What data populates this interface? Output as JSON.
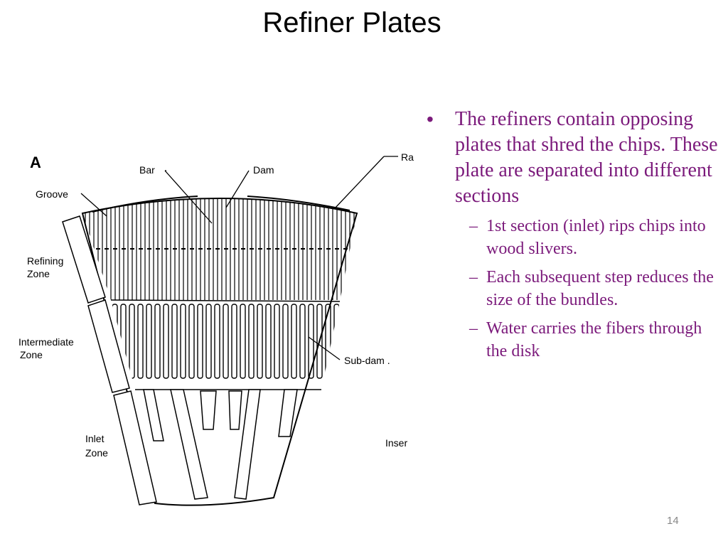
{
  "slide": {
    "title": "Refiner Plates",
    "page_number": "14"
  },
  "figure": {
    "panel_letter": "A",
    "labels": {
      "bar": "Bar",
      "dam": "Dam",
      "raised": "Ra",
      "groove": "Groove",
      "refining_line1": "Refining",
      "refining_line2": "Zone",
      "intermediate_line1": "Intermediate",
      "intermediate_line2": "Zone",
      "inlet_line1": "Inlet",
      "inlet_line2": "Zone",
      "subdam": "Sub-dam .",
      "insert": "Inser"
    }
  },
  "content": {
    "bullet": "The refiners contain opposing plates that shred the chips. These  plate are separated into different sections",
    "sub_bullets": [
      "1st section (inlet) rips chips into wood slivers.",
      "Each subsequent step reduces the size of the bundles.",
      "Water carries the fibers through the disk"
    ]
  }
}
